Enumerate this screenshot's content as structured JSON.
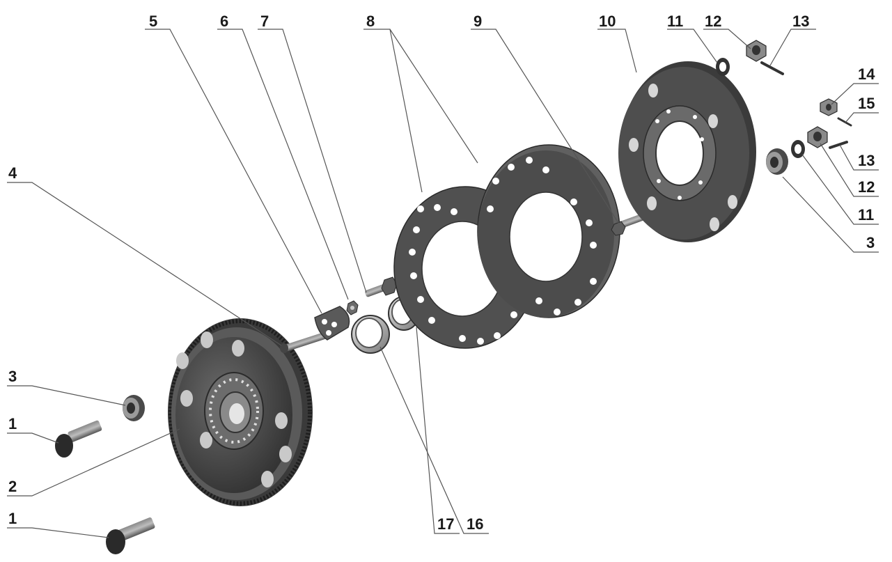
{
  "callouts": [
    {
      "id": "c1a",
      "label": "1"
    },
    {
      "id": "c1b",
      "label": "1"
    },
    {
      "id": "c2",
      "label": "2"
    },
    {
      "id": "c3a",
      "label": "3"
    },
    {
      "id": "c3b",
      "label": "3"
    },
    {
      "id": "c4",
      "label": "4"
    },
    {
      "id": "c5",
      "label": "5"
    },
    {
      "id": "c6",
      "label": "6"
    },
    {
      "id": "c7",
      "label": "7"
    },
    {
      "id": "c8",
      "label": "8"
    },
    {
      "id": "c9",
      "label": "9"
    },
    {
      "id": "c10",
      "label": "10"
    },
    {
      "id": "c11a",
      "label": "11"
    },
    {
      "id": "c11b",
      "label": "11"
    },
    {
      "id": "c12a",
      "label": "12"
    },
    {
      "id": "c12b",
      "label": "12"
    },
    {
      "id": "c13a",
      "label": "13"
    },
    {
      "id": "c13b",
      "label": "13"
    },
    {
      "id": "c14",
      "label": "14"
    },
    {
      "id": "c15",
      "label": "15"
    },
    {
      "id": "c16",
      "label": "16"
    },
    {
      "id": "c17",
      "label": "17"
    }
  ]
}
